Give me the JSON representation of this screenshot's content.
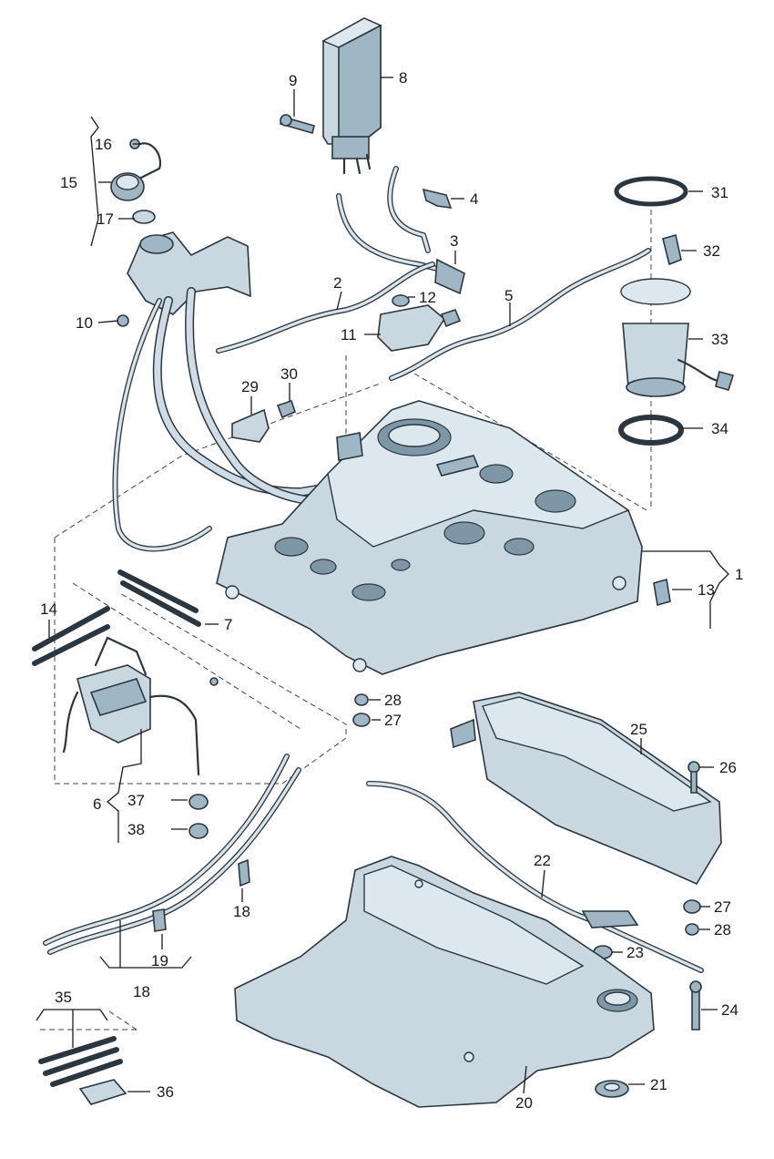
{
  "callouts": {
    "n1": "1",
    "n2": "2",
    "n3": "3",
    "n4": "4",
    "n5": "5",
    "n6": "6",
    "n7": "7",
    "n8": "8",
    "n9": "9",
    "n10": "10",
    "n11": "11",
    "n12": "12",
    "n13": "13",
    "n14": "14",
    "n15": "15",
    "n16": "16",
    "n17": "17",
    "n18a": "18",
    "n18b": "18",
    "n19": "19",
    "n20": "20",
    "n21": "21",
    "n22": "22",
    "n23": "23",
    "n24": "24",
    "n25": "25",
    "n26": "26",
    "n27a": "27",
    "n27b": "27",
    "n28a": "28",
    "n28b": "28",
    "n29": "29",
    "n30": "30",
    "n31": "31",
    "n32": "32",
    "n33": "33",
    "n34": "34",
    "n35": "35",
    "n36": "36",
    "n37": "37",
    "n38": "38"
  },
  "colors": {
    "part_fill": "#c9d7e0",
    "outline": "#2b3740",
    "label": "#1a1a1a"
  }
}
